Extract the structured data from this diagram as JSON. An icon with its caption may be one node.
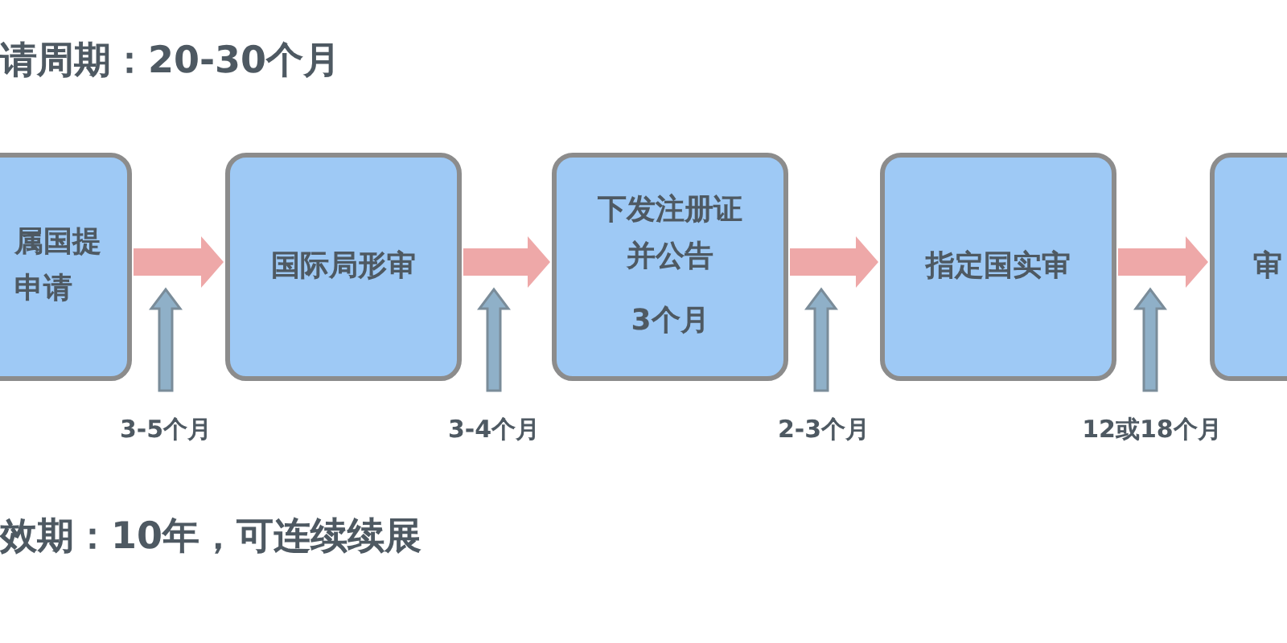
{
  "diagram": {
    "title": "请周期：20-30个月",
    "nodes": [
      {
        "text": [
          "属国提申请"
        ]
      },
      {
        "text": [
          "国际局形审"
        ]
      },
      {
        "text": [
          "下发注册证并公告",
          "3个月"
        ]
      },
      {
        "text": [
          "指定国实审"
        ]
      },
      {
        "text": [
          "审"
        ]
      }
    ],
    "edges": [
      {
        "from": 0,
        "to": 1,
        "arrow": "to"
      },
      {
        "from": 1,
        "to": 2,
        "arrow": "to"
      },
      {
        "from": 2,
        "to": 3,
        "arrow": "to"
      },
      {
        "from": 3,
        "to": 4,
        "arrow": "to"
      }
    ],
    "labels": [
      "3-5个月",
      "3-4个月",
      "2-3个月",
      "12或18个月",
      "效期：10年，可连续续展"
    ]
  }
}
